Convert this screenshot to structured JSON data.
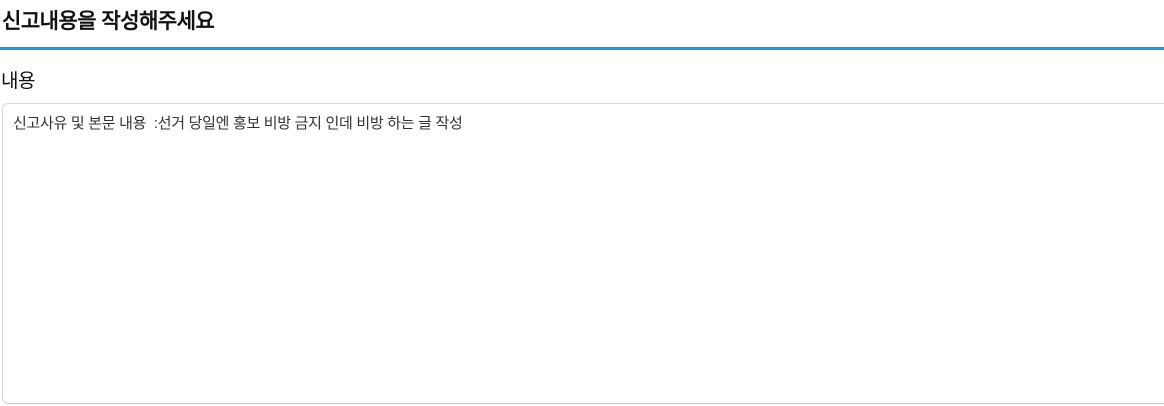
{
  "page": {
    "background": "#ffffff",
    "accent_color": "#1899d6"
  },
  "header": {
    "title": "신고내용을 작성해주세요"
  },
  "form": {
    "content_label": "내용",
    "content_value": "신고사유 및 본문 내용  :선거 당일엔 홍보 비방 금지 인데 비방 하는 글 작성"
  }
}
